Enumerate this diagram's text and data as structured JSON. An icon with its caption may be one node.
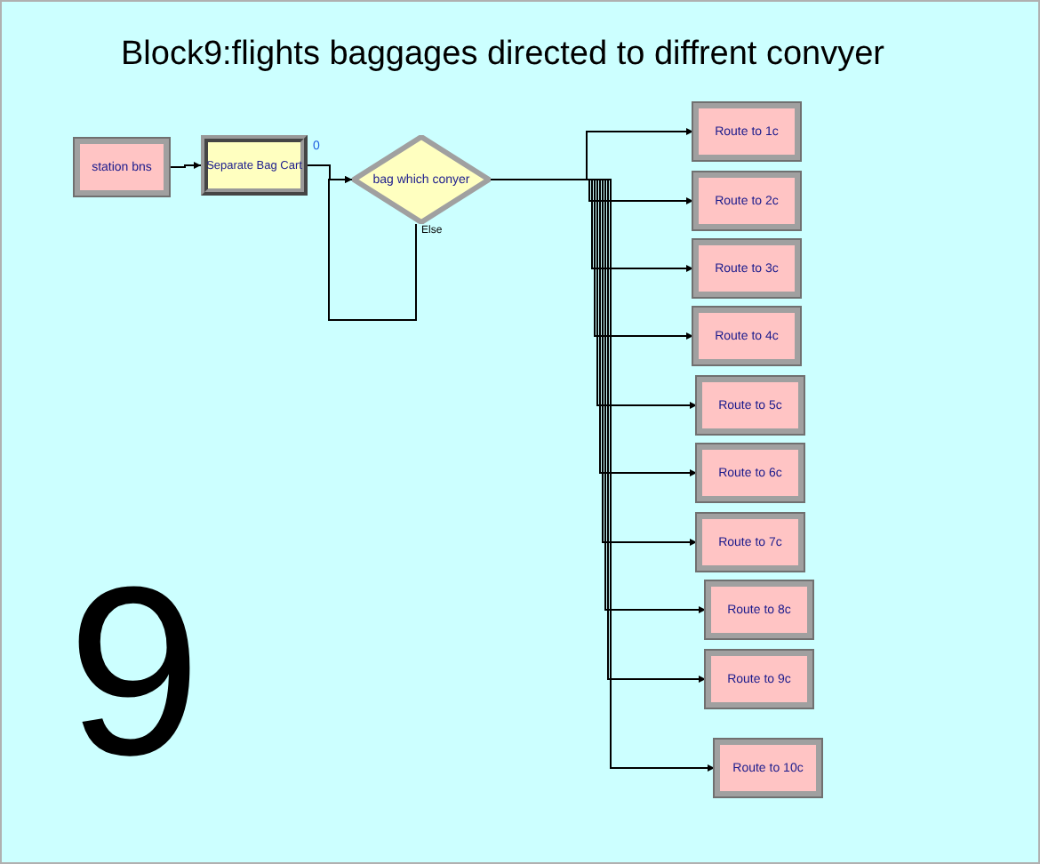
{
  "diagram": {
    "title": "Block9:flights baggages directed to diffrent convyer",
    "nodes": [
      {
        "text": [
          "station bns"
        ]
      },
      {
        "text": [
          "Separate Bag Cart"
        ],
        "beside": [
          "0"
        ]
      },
      {
        "text": [
          "bag which  conyer"
        ]
      },
      {
        "text": [
          "Route to  1c"
        ]
      },
      {
        "text": [
          "Route to  2c"
        ]
      },
      {
        "text": [
          "Route to  3c"
        ]
      },
      {
        "text": [
          "Route to  4c"
        ]
      },
      {
        "text": [
          "Route to  5c"
        ]
      },
      {
        "text": [
          "Route to  6c"
        ]
      },
      {
        "text": [
          "Route to  7c"
        ]
      },
      {
        "text": [
          "Route to  8c"
        ]
      },
      {
        "text": [
          "Route to  9c"
        ]
      },
      {
        "text": [
          "Route to  10c"
        ]
      }
    ],
    "edges": [
      {
        "from": 0,
        "to": 1,
        "arrow": "to"
      },
      {
        "from": 1,
        "to": 2,
        "arrow": "to"
      },
      {
        "from": 2,
        "to": 2,
        "arrow": "to",
        "label": "Else"
      },
      {
        "from": 2,
        "to": 3,
        "arrow": "to"
      },
      {
        "from": 2,
        "to": 4,
        "arrow": "to"
      },
      {
        "from": 2,
        "to": 5,
        "arrow": "to"
      },
      {
        "from": 2,
        "to": 6,
        "arrow": "to"
      },
      {
        "from": 2,
        "to": 7,
        "arrow": "to"
      },
      {
        "from": 2,
        "to": 8,
        "arrow": "to"
      },
      {
        "from": 2,
        "to": 9,
        "arrow": "to"
      },
      {
        "from": 2,
        "to": 10,
        "arrow": "to"
      },
      {
        "from": 2,
        "to": 11,
        "arrow": "to"
      },
      {
        "from": 2,
        "to": 12,
        "arrow": "to"
      }
    ],
    "labels": [
      "9"
    ]
  }
}
